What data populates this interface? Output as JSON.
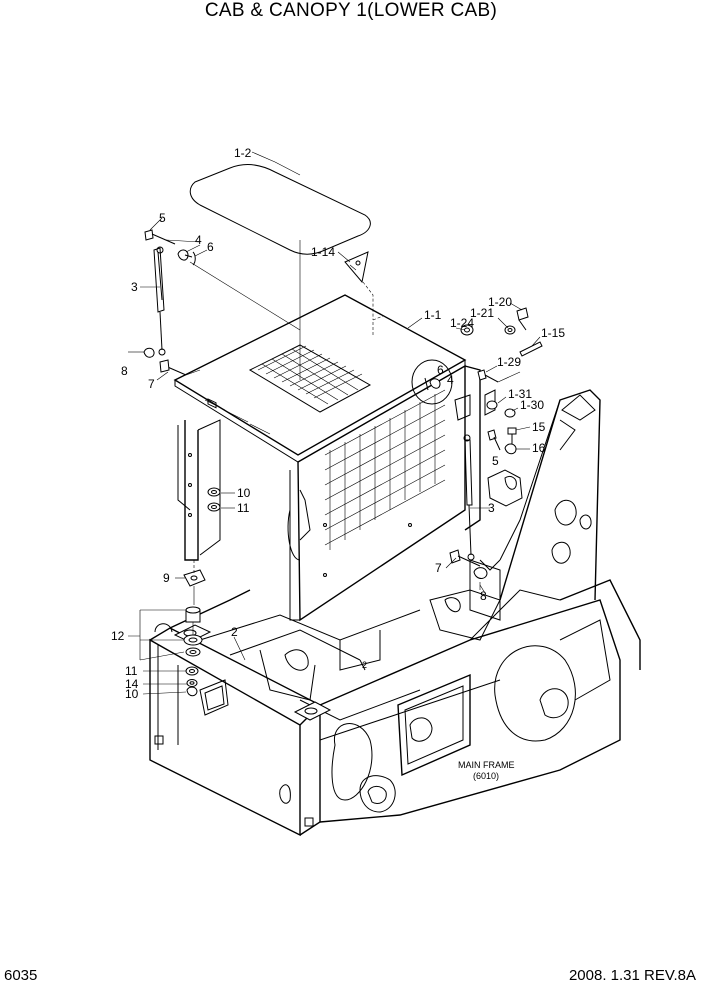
{
  "title": "CAB & CANOPY 1(LOWER CAB)",
  "page_number": "6035",
  "revision": "2008. 1.31  REV.8A",
  "main_frame_label": "MAIN FRAME",
  "main_frame_ref": "(6010)",
  "callouts": {
    "c1_2": "1-2",
    "c5a": "5",
    "c4a": "4",
    "c6a": "6",
    "c3a": "3",
    "c8a": "8",
    "c7a": "7",
    "c1_14": "1-14",
    "c1_20": "1-20",
    "c1_21": "1-21",
    "c1_1": "1-1",
    "c1_24": "1-24",
    "c1_15": "1-15",
    "c1_29": "1-29",
    "c6b": "6",
    "c4b": "4",
    "c1_31": "1-31",
    "c1_30": "1-30",
    "c15": "15",
    "c16": "16",
    "c5b": "5",
    "c3b": "3",
    "c10a": "10",
    "c11a": "11",
    "c9": "9",
    "c7b": "7",
    "c8b": "8",
    "c12": "12",
    "c2": "2",
    "c11b": "11",
    "c14": "14",
    "c10b": "10"
  }
}
